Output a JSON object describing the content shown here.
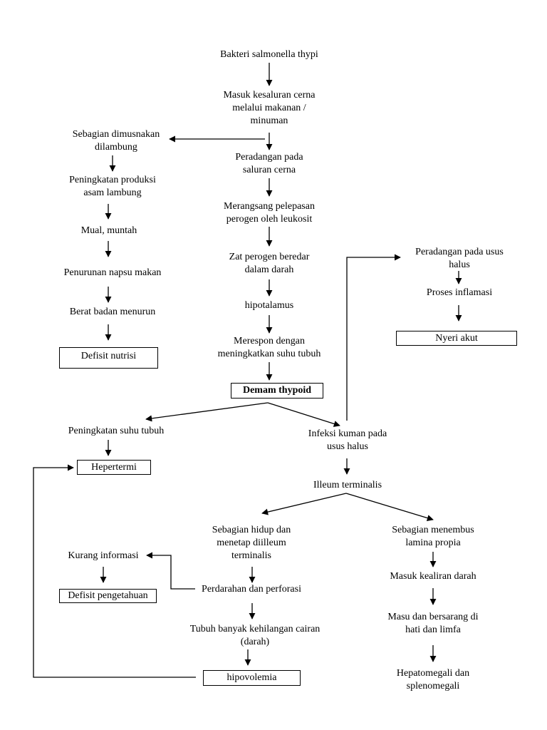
{
  "nodes": {
    "bakteri": "Bakteri salmonella thypi",
    "masuk_1": "Masuk kesaluran cerna",
    "masuk_2": "melalui makanan /",
    "masuk_3": "minuman",
    "peradangan_cerna_1": "Peradangan pada",
    "peradangan_cerna_2": "saluran cerna",
    "merangsang_1": "Merangsang pelepasan",
    "merangsang_2": "perogen oleh leukosit",
    "zat_1": "Zat perogen beredar",
    "zat_2": "dalam darah",
    "hipotalamus": "hipotalamus",
    "merespon_1": "Merespon dengan",
    "merespon_2": "meningkatkan suhu tubuh",
    "demam": "Demam thypoid",
    "dimusnakan_1": "Sebagian dimusnakan",
    "dimusnakan_2": "dilambung",
    "produksi_1": "Peningkatan produksi",
    "produksi_2": "asam lambung",
    "mual": "Mual, muntah",
    "napsu": "Penurunan napsu makan",
    "berat": "Berat badan menurun",
    "defisit_nutrisi": "Defisit nutrisi",
    "usus_radang_1": "Peradangan pada usus",
    "usus_radang_2": "halus",
    "inflamasi": "Proses inflamasi",
    "nyeri": "Nyeri akut",
    "suhu": "Peningkatan suhu tubuh",
    "hipertermi": "Hepertermi",
    "infeksi_1": "Infeksi kuman pada",
    "infeksi_2": "usus halus",
    "illeum": "Illeum terminalis",
    "hidup_1": "Sebagian hidup dan",
    "hidup_2": "menetap diilleum",
    "hidup_3": "terminalis",
    "menembus_1": "Sebagian menembus",
    "menembus_2": "lamina propia",
    "kurang": "Kurang informasi",
    "defisit_pengetahuan": "Defisit pengetahuan",
    "perdarahan": "Perdarahan dan perforasi",
    "tubuh_1": "Tubuh banyak kehilangan cairan",
    "tubuh_2": "(darah)",
    "hipovolemia": "hipovolemia",
    "kealiran": "Masuk kealiran darah",
    "bersarang_1": "Masu dan bersarang di",
    "bersarang_2": "hati dan limfa",
    "hepatomegali_1": "Hepatomegali dan",
    "hepatomegali_2": "splenomegali"
  }
}
